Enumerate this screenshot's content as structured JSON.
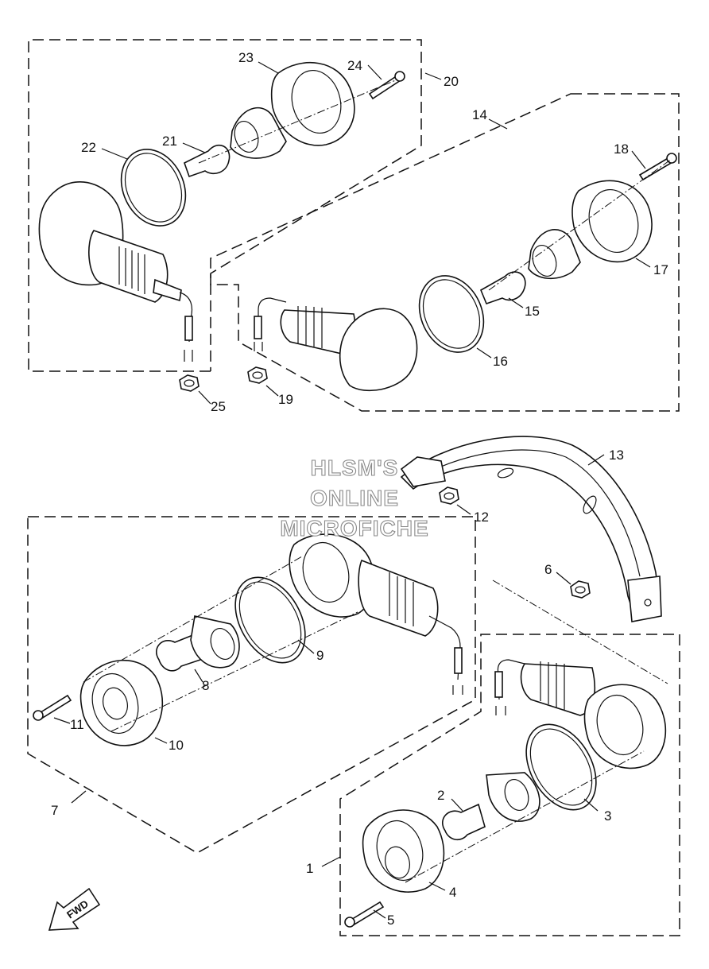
{
  "watermark": {
    "line1": "HLSM'S",
    "line2": "ONLINE",
    "line3": "MICROFICHE"
  },
  "fwd_label": "FWD",
  "callouts": {
    "c1": "1",
    "c2": "2",
    "c3": "3",
    "c4": "4",
    "c5": "5",
    "c6": "6",
    "c7": "7",
    "c8": "8",
    "c9": "9",
    "c10": "10",
    "c11": "11",
    "c12": "12",
    "c13": "13",
    "c14": "14",
    "c15": "15",
    "c16": "16",
    "c17": "17",
    "c18": "18",
    "c19": "19",
    "c20": "20",
    "c21": "21",
    "c22": "22",
    "c23": "23",
    "c24": "24",
    "c25": "25"
  }
}
